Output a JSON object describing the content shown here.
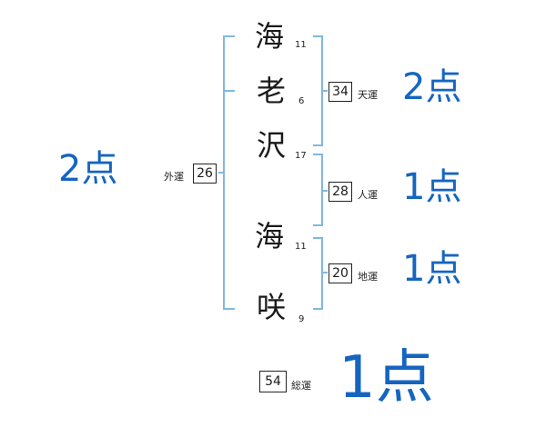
{
  "name": {
    "characters": [
      {
        "char": "海",
        "strokes": "11"
      },
      {
        "char": "老",
        "strokes": "6"
      },
      {
        "char": "沢",
        "strokes": "17"
      },
      {
        "char": "海",
        "strokes": "11"
      },
      {
        "char": "咲",
        "strokes": "9"
      }
    ]
  },
  "fortunes": {
    "gaikaku": {
      "label": "外運",
      "value": "26",
      "score": "2点"
    },
    "tenkaku": {
      "label": "天運",
      "value": "34",
      "score": "2点"
    },
    "jinkaku": {
      "label": "人運",
      "value": "28",
      "score": "1点"
    },
    "chikaku": {
      "label": "地運",
      "value": "20",
      "score": "1点"
    },
    "soukaku": {
      "label": "総運",
      "value": "54",
      "score": "1点"
    }
  },
  "colors": {
    "bracket": "#7fb8de",
    "score": "#1565c0"
  }
}
